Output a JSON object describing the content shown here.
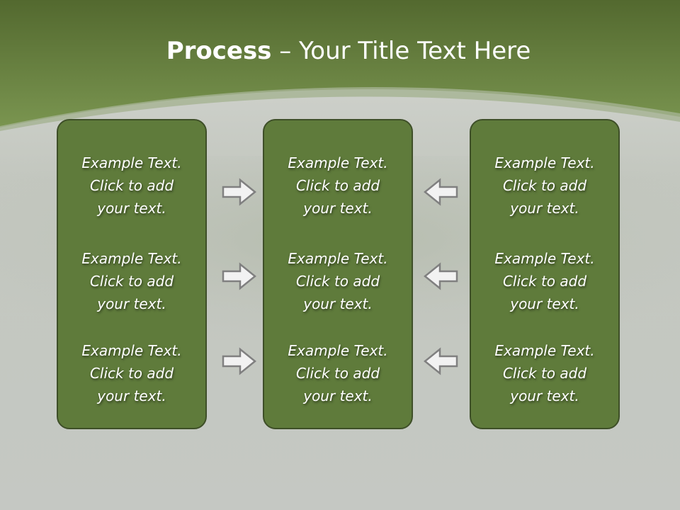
{
  "title": {
    "bold": "Process",
    "rest": " – Your Title Text Here"
  },
  "panels": [
    {
      "items": [
        {
          "line1": "Example Text.",
          "line2": "Click  to add",
          "line3": "your text."
        },
        {
          "line1": "Example Text.",
          "line2": "Click  to add",
          "line3": "your text."
        },
        {
          "line1": "Example Text.",
          "line2": "Click  to add",
          "line3": "your text."
        }
      ]
    },
    {
      "items": [
        {
          "line1": "Example Text.",
          "line2": "Click  to add",
          "line3": "your text."
        },
        {
          "line1": "Example Text.",
          "line2": "Click  to add",
          "line3": "your text."
        },
        {
          "line1": "Example Text.",
          "line2": "Click  to add",
          "line3": "your text."
        }
      ]
    },
    {
      "items": [
        {
          "line1": "Example Text.",
          "line2": "Click  to add",
          "line3": "your text."
        },
        {
          "line1": "Example Text.",
          "line2": "Click  to add",
          "line3": "your text."
        },
        {
          "line1": "Example Text.",
          "line2": "Click  to add",
          "line3": "your text."
        }
      ]
    }
  ],
  "colors": {
    "header_green": "#6f8a44",
    "panel_fill": "#5f7b3b",
    "panel_border": "#3e4f28",
    "arrow_fill": "#f2f2f2",
    "arrow_stroke": "#808080"
  }
}
